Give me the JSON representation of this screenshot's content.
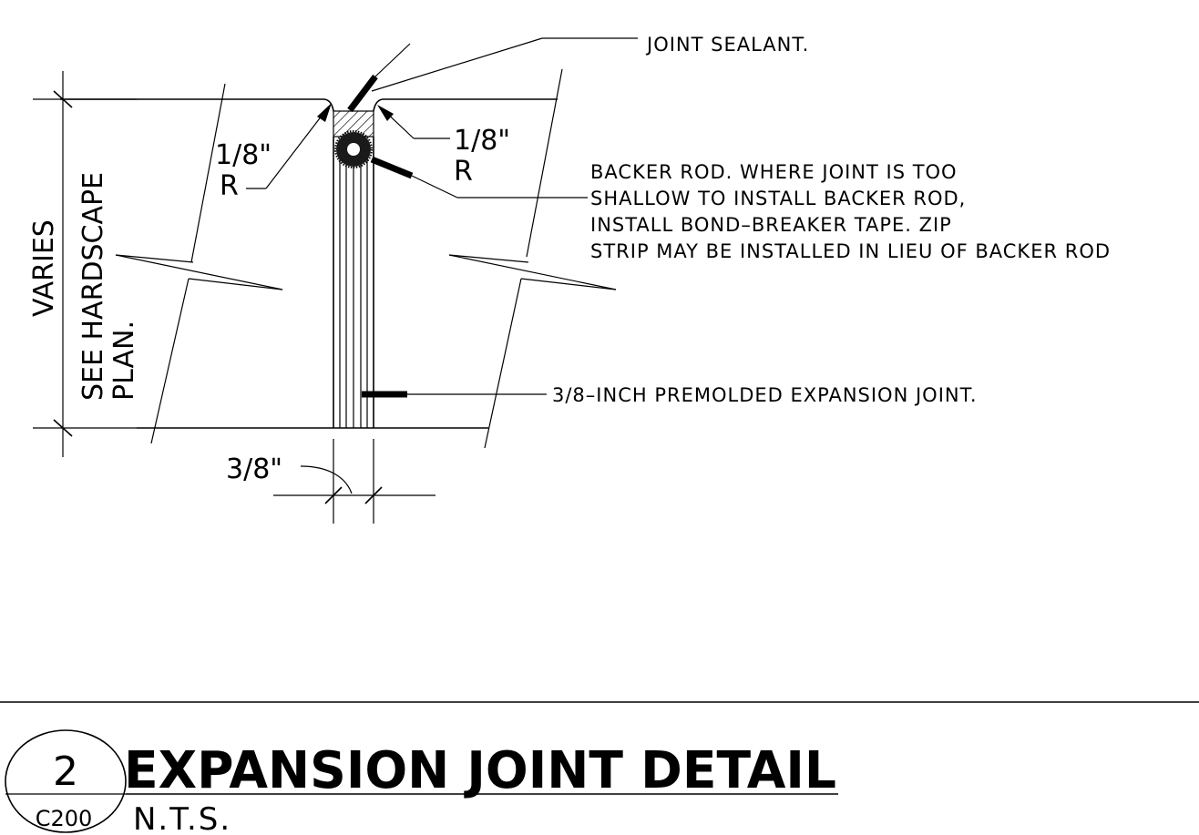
{
  "callouts": {
    "joint_sealant": "JOINT SEALANT.",
    "backer_rod_lines": [
      "BACKER ROD. WHERE JOINT IS TOO",
      "SHALLOW TO INSTALL BACKER ROD,",
      "INSTALL BOND–BREAKER TAPE.  ZIP",
      "STRIP MAY BE INSTALLED IN LIEU OF BACKER ROD"
    ],
    "expansion_joint": "3/8–INCH PREMOLDED EXPANSION JOINT."
  },
  "dimensions": {
    "left_radius_value": "1/8\"",
    "left_radius_letter": "R",
    "right_radius_value": "1/8\"",
    "right_radius_letter": "R",
    "joint_width": "3/8\"",
    "depth_label": "VARIES",
    "depth_note_line1": "SEE HARDSCAPE",
    "depth_note_line2": "PLAN."
  },
  "title_block": {
    "detail_number": "2",
    "sheet_number": "C200",
    "title": "EXPANSION JOINT DETAIL",
    "scale": "N.T.S."
  },
  "colors": {
    "linework": "#000000",
    "background": "#ffffff"
  }
}
